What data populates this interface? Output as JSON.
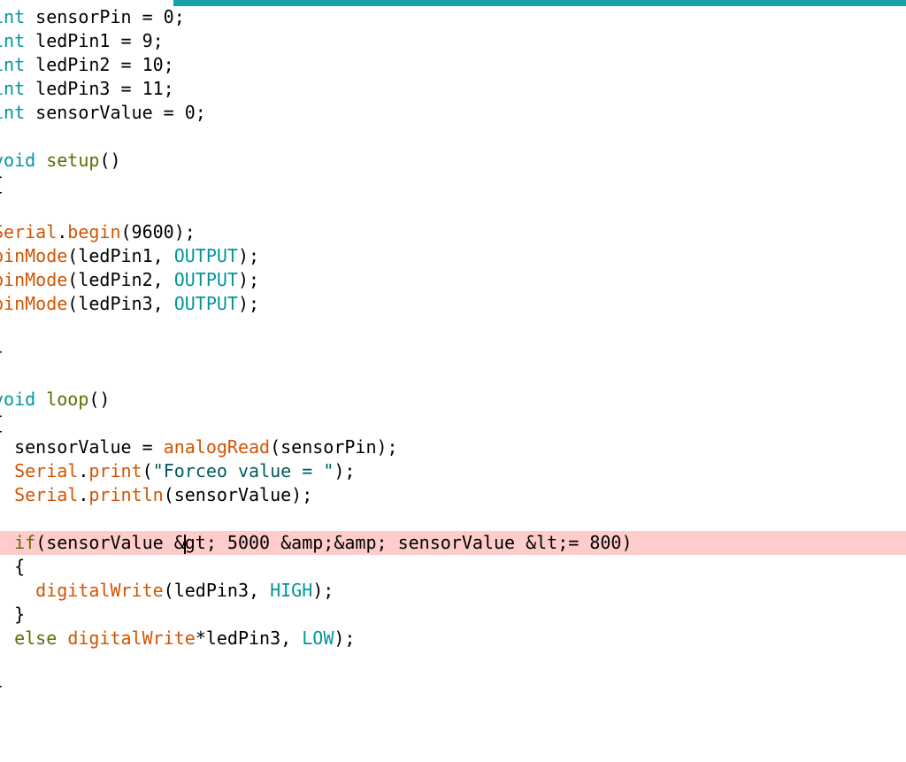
{
  "editor": {
    "accent_color": "#17a1a5",
    "error_line_color": "#ffcccc",
    "lines": [
      {
        "tokens": [
          {
            "t": "int",
            "c": "kw"
          },
          {
            "t": " sensorPin = 0;",
            "c": "pun"
          }
        ]
      },
      {
        "tokens": [
          {
            "t": "int",
            "c": "kw"
          },
          {
            "t": " ledPin1 = 9;",
            "c": "pun"
          }
        ]
      },
      {
        "tokens": [
          {
            "t": "int",
            "c": "kw"
          },
          {
            "t": " ledPin2 = 10;",
            "c": "pun"
          }
        ]
      },
      {
        "tokens": [
          {
            "t": "int",
            "c": "kw"
          },
          {
            "t": " ledPin3 = 11;",
            "c": "pun"
          }
        ]
      },
      {
        "tokens": [
          {
            "t": "int",
            "c": "kw"
          },
          {
            "t": " sensorValue = 0;",
            "c": "pun"
          }
        ]
      },
      {
        "tokens": []
      },
      {
        "tokens": [
          {
            "t": "void",
            "c": "kw"
          },
          {
            "t": " ",
            "c": "pun"
          },
          {
            "t": "setup",
            "c": "fn"
          },
          {
            "t": "()",
            "c": "pun"
          }
        ]
      },
      {
        "tokens": [
          {
            "t": "{",
            "c": "pun"
          }
        ]
      },
      {
        "tokens": []
      },
      {
        "tokens": [
          {
            "t": "Serial",
            "c": "lib"
          },
          {
            "t": ".",
            "c": "pun"
          },
          {
            "t": "begin",
            "c": "lib"
          },
          {
            "t": "(9600);",
            "c": "pun"
          }
        ]
      },
      {
        "tokens": [
          {
            "t": "pinMode",
            "c": "lib"
          },
          {
            "t": "(ledPin1, ",
            "c": "pun"
          },
          {
            "t": "OUTPUT",
            "c": "kw"
          },
          {
            "t": ");",
            "c": "pun"
          }
        ]
      },
      {
        "tokens": [
          {
            "t": "pinMode",
            "c": "lib"
          },
          {
            "t": "(ledPin2, ",
            "c": "pun"
          },
          {
            "t": "OUTPUT",
            "c": "kw"
          },
          {
            "t": ");",
            "c": "pun"
          }
        ]
      },
      {
        "tokens": [
          {
            "t": "pinMode",
            "c": "lib"
          },
          {
            "t": "(ledPin3, ",
            "c": "pun"
          },
          {
            "t": "OUTPUT",
            "c": "kw"
          },
          {
            "t": ");",
            "c": "pun"
          }
        ]
      },
      {
        "tokens": []
      },
      {
        "tokens": [
          {
            "t": "}",
            "c": "pun"
          }
        ]
      },
      {
        "tokens": []
      },
      {
        "tokens": [
          {
            "t": "void",
            "c": "kw"
          },
          {
            "t": " ",
            "c": "pun"
          },
          {
            "t": "loop",
            "c": "fn"
          },
          {
            "t": "()",
            "c": "pun"
          }
        ]
      },
      {
        "tokens": [
          {
            "t": "{",
            "c": "pun"
          }
        ]
      },
      {
        "tokens": [
          {
            "t": "  sensorValue = ",
            "c": "pun"
          },
          {
            "t": "analogRead",
            "c": "lib"
          },
          {
            "t": "(sensorPin);",
            "c": "pun"
          }
        ]
      },
      {
        "tokens": [
          {
            "t": "  ",
            "c": "pun"
          },
          {
            "t": "Serial",
            "c": "lib"
          },
          {
            "t": ".",
            "c": "pun"
          },
          {
            "t": "print",
            "c": "lib"
          },
          {
            "t": "(",
            "c": "pun"
          },
          {
            "t": "\"Forceo value = \"",
            "c": "str"
          },
          {
            "t": ");",
            "c": "pun"
          }
        ]
      },
      {
        "tokens": [
          {
            "t": "  ",
            "c": "pun"
          },
          {
            "t": "Serial",
            "c": "lib"
          },
          {
            "t": ".",
            "c": "pun"
          },
          {
            "t": "println",
            "c": "lib"
          },
          {
            "t": "(sensorValue);",
            "c": "pun"
          }
        ]
      },
      {
        "tokens": []
      },
      {
        "error": true,
        "caret_after": 2,
        "tokens": [
          {
            "t": "  ",
            "c": "pun"
          },
          {
            "t": "if",
            "c": "fn"
          },
          {
            "t": "(sensorValue &",
            "c": "pun"
          },
          {
            "t": "gt; 5000 &amp;&amp; sensorValue &lt;= 800)",
            "c": "pun"
          }
        ]
      },
      {
        "tokens": [
          {
            "t": "  {",
            "c": "pun"
          }
        ]
      },
      {
        "tokens": [
          {
            "t": "    ",
            "c": "pun"
          },
          {
            "t": "digitalWrite",
            "c": "lib"
          },
          {
            "t": "(ledPin3, ",
            "c": "pun"
          },
          {
            "t": "HIGH",
            "c": "kw"
          },
          {
            "t": ");",
            "c": "pun"
          }
        ]
      },
      {
        "tokens": [
          {
            "t": "  }",
            "c": "pun"
          }
        ]
      },
      {
        "tokens": [
          {
            "t": "  ",
            "c": "pun"
          },
          {
            "t": "else",
            "c": "fn"
          },
          {
            "t": " ",
            "c": "pun"
          },
          {
            "t": "digitalWrite",
            "c": "lib"
          },
          {
            "t": "*ledPin3, ",
            "c": "pun"
          },
          {
            "t": "LOW",
            "c": "kw"
          },
          {
            "t": ");",
            "c": "pun"
          }
        ]
      },
      {
        "tokens": []
      },
      {
        "tokens": [
          {
            "t": "}",
            "c": "pun"
          }
        ]
      }
    ]
  }
}
